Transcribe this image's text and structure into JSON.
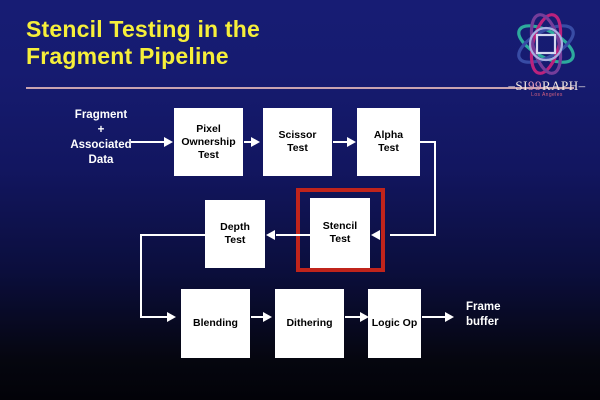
{
  "slide": {
    "title_lines": [
      "Stencil Testing in the",
      "Fragment Pipeline"
    ],
    "title_color": "#f6ef3a",
    "background_top_color": "#171c74",
    "background_bottom_color": "#020208",
    "rule_color": "#c9a3b0"
  },
  "logo": {
    "name": "siggraph-99-logo",
    "wordmark_prefix": "SI",
    "wordmark_year": "99",
    "wordmark_suffix": "RAPH",
    "city": "Los Angeles",
    "ring_colors": [
      "#2fb3a0",
      "#c4237e",
      "#3a4fa8",
      "#7a3f9d",
      "#b83a6e"
    ]
  },
  "diagram": {
    "input_label": "Fragment\n+\nAssociated\nData",
    "output_label": "Frame\nbuffer",
    "highlight_color": "#c0241b",
    "highlighted_node": "stencil-test",
    "nodes": [
      {
        "id": "pixel-ownership-test",
        "label": "Pixel\nOwnership\nTest"
      },
      {
        "id": "scissor-test",
        "label": "Scissor\nTest"
      },
      {
        "id": "alpha-test",
        "label": "Alpha\nTest"
      },
      {
        "id": "depth-test",
        "label": "Depth\nTest"
      },
      {
        "id": "stencil-test",
        "label": "Stencil\nTest"
      },
      {
        "id": "blending",
        "label": "Blending"
      },
      {
        "id": "dithering",
        "label": "Dithering"
      },
      {
        "id": "logic-op",
        "label": "Logic Op"
      }
    ],
    "edges": [
      {
        "from": "fragment-input",
        "to": "pixel-ownership-test"
      },
      {
        "from": "pixel-ownership-test",
        "to": "scissor-test"
      },
      {
        "from": "scissor-test",
        "to": "alpha-test"
      },
      {
        "from": "alpha-test",
        "to": "stencil-test"
      },
      {
        "from": "stencil-test",
        "to": "depth-test"
      },
      {
        "from": "depth-test",
        "to": "blending"
      },
      {
        "from": "blending",
        "to": "dithering"
      },
      {
        "from": "dithering",
        "to": "logic-op"
      },
      {
        "from": "logic-op",
        "to": "frame-buffer"
      }
    ]
  }
}
